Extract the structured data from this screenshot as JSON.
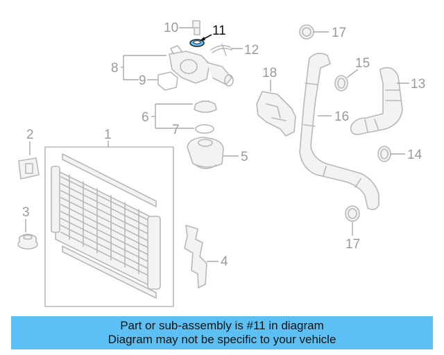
{
  "diagram": {
    "callouts": {
      "c1": "1",
      "c2": "2",
      "c3": "3",
      "c4": "4",
      "c5": "5",
      "c6": "6",
      "c7": "7",
      "c8": "8",
      "c9": "9",
      "c10": "10",
      "c11": "11",
      "c12": "12",
      "c13": "13",
      "c14": "14",
      "c15": "15",
      "c16": "16",
      "c17a": "17",
      "c17b": "17",
      "c18": "18"
    },
    "highlighted_part": "11",
    "colors": {
      "highlight_fill": "#5cc0f4",
      "banner_bg": "#5cc0f4",
      "part_stroke": "#b8b8b8"
    }
  },
  "banner": {
    "line1": "Part or sub-assembly is #11 in diagram",
    "line2": "Diagram may not be specific to your vehicle"
  }
}
